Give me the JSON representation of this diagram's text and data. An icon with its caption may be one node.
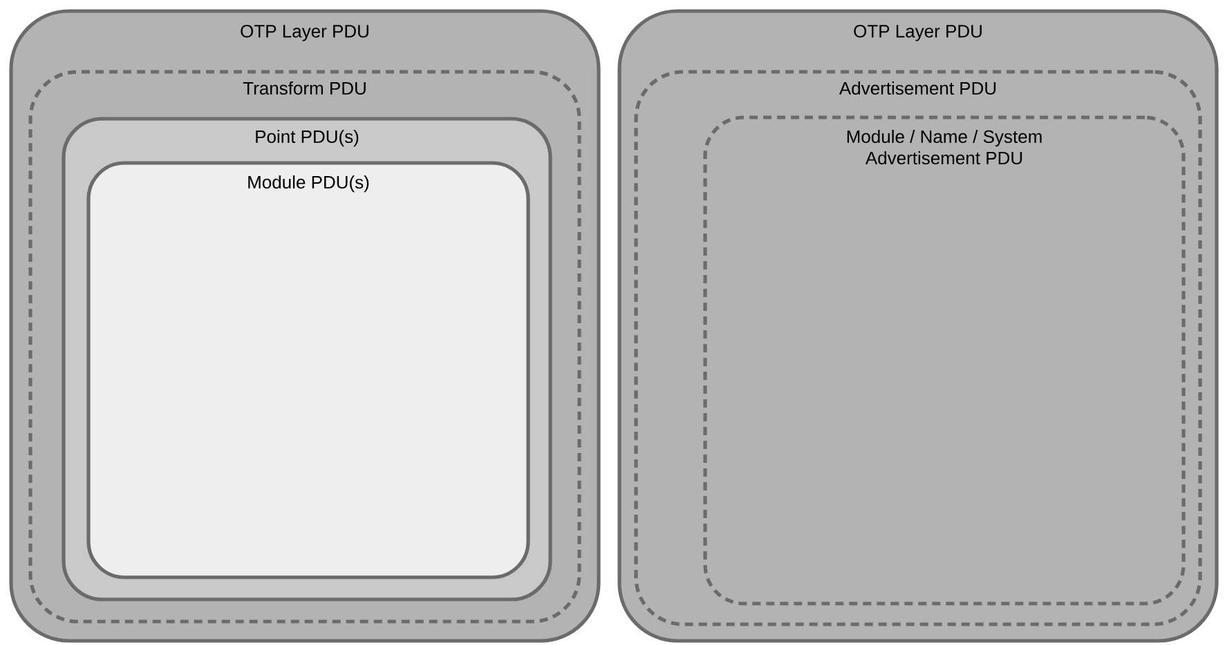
{
  "diagram": {
    "nodes": [
      {
        "text": [
          "OTP Layer PDU"
        ]
      },
      {
        "text": [
          "Transform PDU"
        ],
        "in": 0
      },
      {
        "text": [
          "Point PDU(s)"
        ],
        "in": 1
      },
      {
        "text": [
          "Module PDU(s)"
        ],
        "in": 2
      },
      {
        "text": [
          "OTP Layer PDU"
        ]
      },
      {
        "text": [
          "Advertisement PDU"
        ],
        "in": 4
      },
      {
        "text": [
          "Module / Name / System Advertisement PDU"
        ],
        "in": 5
      }
    ]
  }
}
